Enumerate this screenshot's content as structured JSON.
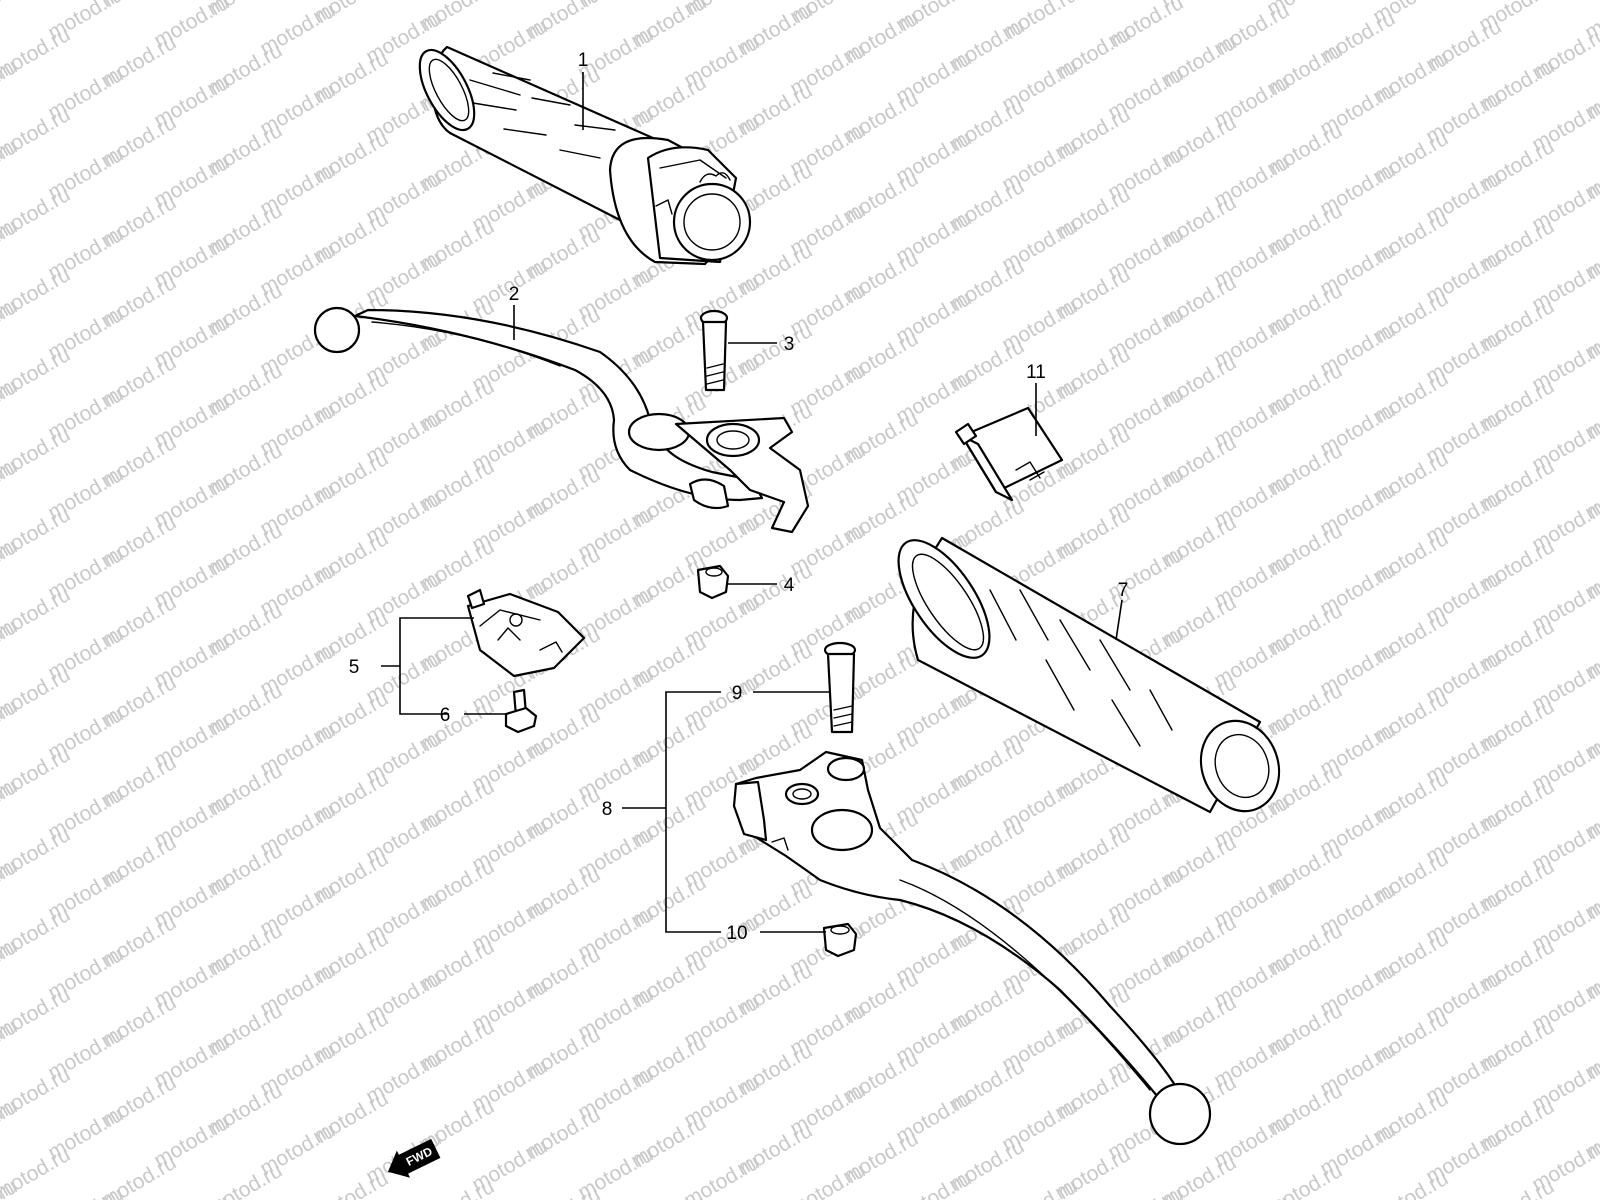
{
  "watermark": {
    "text": "motod.ru",
    "color": "#c9c9c9"
  },
  "callouts": {
    "c1": "1",
    "c2": "2",
    "c3": "3",
    "c4": "4",
    "c5": "5",
    "c6": "6",
    "c7": "7",
    "c8": "8",
    "c9": "9",
    "c10": "10",
    "c11": "11"
  },
  "direction_badge": {
    "label": "FWD"
  }
}
